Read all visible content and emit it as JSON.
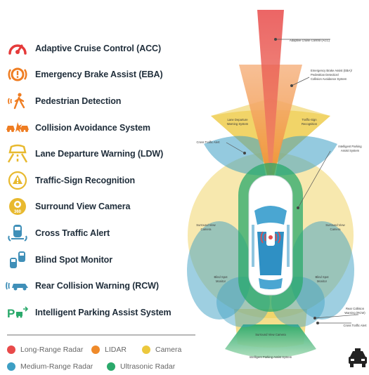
{
  "features": [
    {
      "label": "Adaptive Cruise Control (ACC)",
      "icon": "speedometer-icon",
      "color": "#e53a3a"
    },
    {
      "label": "Emergency Brake Assist (EBA)",
      "icon": "brake-warning-icon",
      "color": "#ef7d22"
    },
    {
      "label": "Pedestrian Detection",
      "icon": "pedestrian-icon",
      "color": "#ef7d22"
    },
    {
      "label": "Collision Avoidance System",
      "icon": "car-collision-icon",
      "color": "#ef7d22"
    },
    {
      "label": "Lane Departure Warning (LDW)",
      "icon": "lane-departure-icon",
      "color": "#e8b92f"
    },
    {
      "label": "Traffic-Sign Recognition",
      "icon": "traffic-sign-icon",
      "color": "#e8b92f"
    },
    {
      "label": "Surround View Camera",
      "icon": "camera-360-icon",
      "color": "#e8b92f"
    },
    {
      "label": "Cross Traffic Alert",
      "icon": "cross-traffic-icon",
      "color": "#3f8fb8"
    },
    {
      "label": "Blind Spot Monitor",
      "icon": "blind-spot-icon",
      "color": "#3f8fb8"
    },
    {
      "label": "Rear Collision Warning (RCW)",
      "icon": "rear-collision-icon",
      "color": "#3f8fb8"
    },
    {
      "label": "Intelligent Parking Assist System",
      "icon": "parking-assist-icon",
      "color": "#2aa96b"
    }
  ],
  "sensors": [
    {
      "label": "Long-Range Radar",
      "color": "#e84a4a"
    },
    {
      "label": "LIDAR",
      "color": "#ef8a2a"
    },
    {
      "label": "Camera",
      "color": "#ecc83d"
    },
    {
      "label": "Medium-Range Radar",
      "color": "#3d9fc4"
    },
    {
      "label": "Ultrasonic Radar",
      "color": "#2aa96b"
    }
  ],
  "diagram_labels": {
    "acc": "Adaptive Cruise Control (ACC)",
    "eba_1": "Emergency Brake Assist (EBA)/",
    "eba_2": "Pedestrian Detection/",
    "eba_3": "Collision Avoidance System",
    "ldw_1": "Lane Departure",
    "ldw_2": "Warning System",
    "tsr_1": "Traffic-Sign",
    "tsr_2": "Recognition",
    "cta_front": "Cross Traffic Alert",
    "ipa_1": "Intelligent Parking",
    "ipa_2": "Assist System",
    "svc_left_1": "Surround View",
    "svc_left_2": "Camera",
    "svc_right_1": "Surround View",
    "svc_right_2": "Camera",
    "bsm_left_1": "Blind Spot",
    "bsm_left_2": "Monitor",
    "bsm_right_1": "Blind Spot",
    "bsm_right_2": "Monitor",
    "rcw_1": "Rear Collision",
    "rcw_2": "Warning (RCW)",
    "cta_rear": "Cross Traffic Alert",
    "svc_rear": "Surround View Camera",
    "ipa_rear": "Intelligent Parking Assist System"
  },
  "colors": {
    "lrr": "#e84a4a",
    "lidar": "#ef8a2a",
    "camera": "#ecc83d",
    "mrr": "#3d9fc4",
    "ultra": "#2aa96b"
  }
}
